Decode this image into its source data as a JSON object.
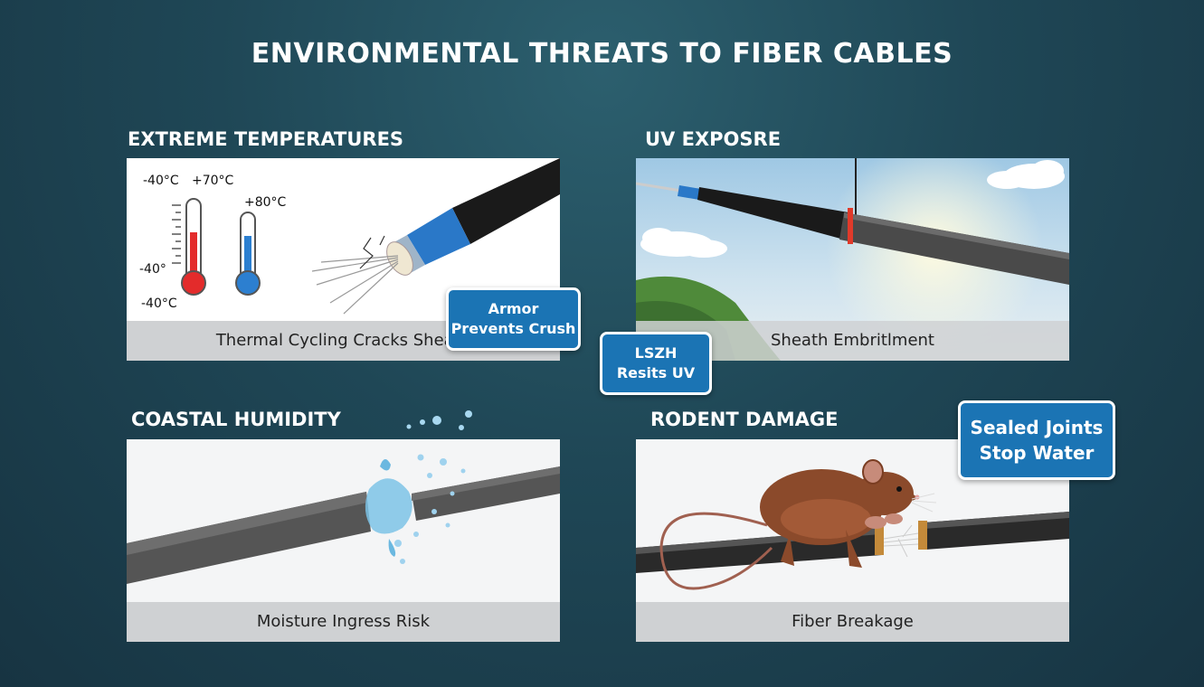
{
  "title": "ENVIRONMENTAL THREATS TO FIBER CABLES",
  "panels": {
    "temperature": {
      "heading": "EXTREME TEMPERATURES",
      "caption": "Thermal Cycling Cracks Sheath",
      "labels": [
        "-40°C",
        "+70°C",
        "+80°C",
        "-40°",
        "-40°C"
      ]
    },
    "uv": {
      "heading": "UV EXPOSRE",
      "caption": "Sheath Embritlment"
    },
    "humidity": {
      "heading": "COASTAL HUMIDITY",
      "caption": "Moisture Ingress Risk"
    },
    "rodent": {
      "heading": "RODENT DAMAGE",
      "caption": "Fiber Breakage"
    }
  },
  "callouts": {
    "armor": [
      "Armor",
      "Prevents Crush"
    ],
    "lszh": [
      "LSZH",
      "Resits UV"
    ],
    "sealed": [
      "Sealed Joints",
      "Stop Water"
    ]
  },
  "colors": {
    "callout_bg": "#1b74b4",
    "caption_bg": "#cfd1d3",
    "thermo_hot": "#e32b2b",
    "thermo_cold": "#2c7fd0"
  }
}
